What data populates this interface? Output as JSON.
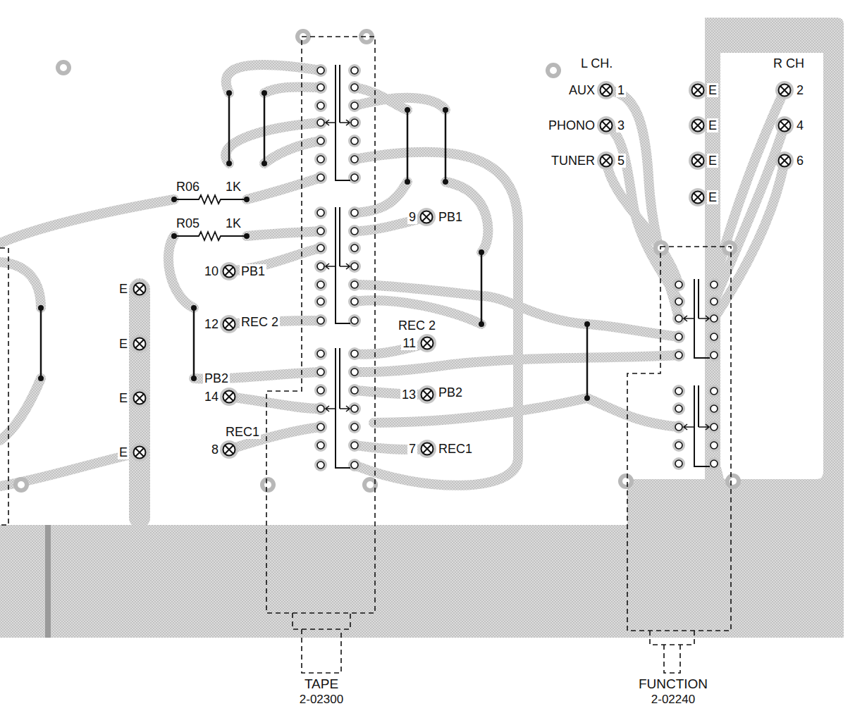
{
  "diagram": {
    "nodes": [
      {
        "text": [
          "TAPE",
          "2-02300"
        ]
      },
      {
        "text": [
          "FUNCTION",
          "2-02240"
        ]
      }
    ],
    "labels": [
      "L CH.",
      "R CH",
      "AUX",
      "1",
      "E",
      "2",
      "PHONO",
      "3",
      "E",
      "4",
      "TUNER",
      "5",
      "E",
      "6",
      "E",
      "R06",
      "1K",
      "R05",
      "1K",
      "9",
      "PB1",
      "10",
      "PB1",
      "E",
      "REC 2",
      "11",
      "E",
      "12",
      "REC 2",
      "PB2",
      "13",
      "PB2",
      "E",
      "14",
      "REC1",
      "8",
      "E",
      "7",
      "REC1"
    ]
  }
}
